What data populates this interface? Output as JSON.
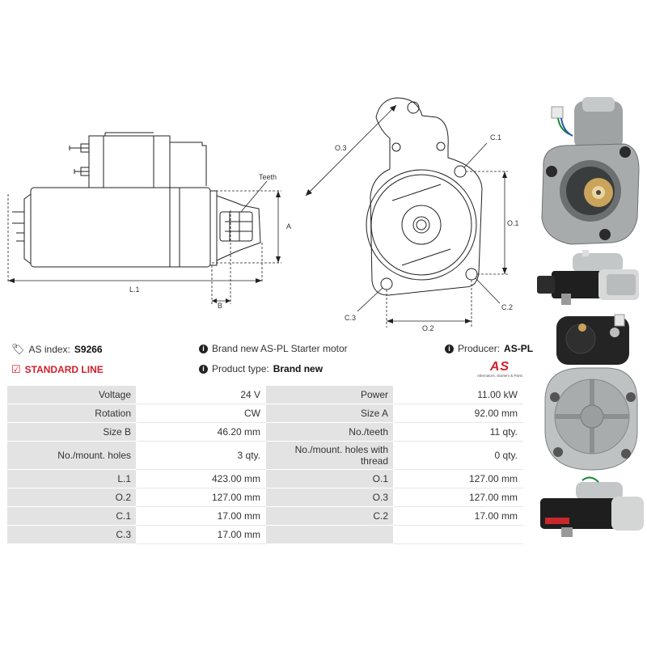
{
  "diagram": {
    "labels": {
      "teeth": "Teeth",
      "a": "A",
      "b": "B",
      "l1": "L.1",
      "o1": "O.1",
      "o2": "O.2",
      "o3": "O.3",
      "c1": "C.1",
      "c2": "C.2",
      "c3": "C.3"
    }
  },
  "header": {
    "as_index_label": "AS index:",
    "as_index_value": "S9266",
    "standard_line": "STANDARD LINE",
    "description": "Brand new AS-PL Starter motor",
    "product_type_label": "Product type:",
    "product_type_value": "Brand new",
    "producer_label": "Producer:",
    "producer_value": "AS-PL",
    "logo_text": "AS",
    "logo_tagline": "Alternators, Starters & Parts"
  },
  "specs": {
    "rows": [
      [
        {
          "label": "Voltage",
          "value": "24 V"
        },
        {
          "label": "Power",
          "value": "11.00 kW"
        }
      ],
      [
        {
          "label": "Rotation",
          "value": "CW"
        },
        {
          "label": "Size A",
          "value": "92.00 mm"
        }
      ],
      [
        {
          "label": "Size B",
          "value": "46.20 mm"
        },
        {
          "label": "No./teeth",
          "value": "11 qty."
        }
      ],
      [
        {
          "label": "No./mount. holes",
          "value": "3 qty."
        },
        {
          "label": "No./mount. holes with thread",
          "value": "0 qty."
        }
      ],
      [
        {
          "label": "L.1",
          "value": "423.00 mm"
        },
        {
          "label": "O.1",
          "value": "127.00 mm"
        }
      ],
      [
        {
          "label": "O.2",
          "value": "127.00 mm"
        },
        {
          "label": "O.3",
          "value": "127.00 mm"
        }
      ],
      [
        {
          "label": "C.1",
          "value": "17.00 mm"
        },
        {
          "label": "C.2",
          "value": "17.00 mm"
        }
      ],
      [
        {
          "label": "C.3",
          "value": "17.00 mm"
        },
        {
          "label": "",
          "value": ""
        }
      ]
    ]
  },
  "colors": {
    "accent_red": "#d0202a",
    "table_label_bg": "#e3e3e3",
    "photo_grey": "#b9bcbc",
    "photo_dark": "#1c1c1c"
  }
}
